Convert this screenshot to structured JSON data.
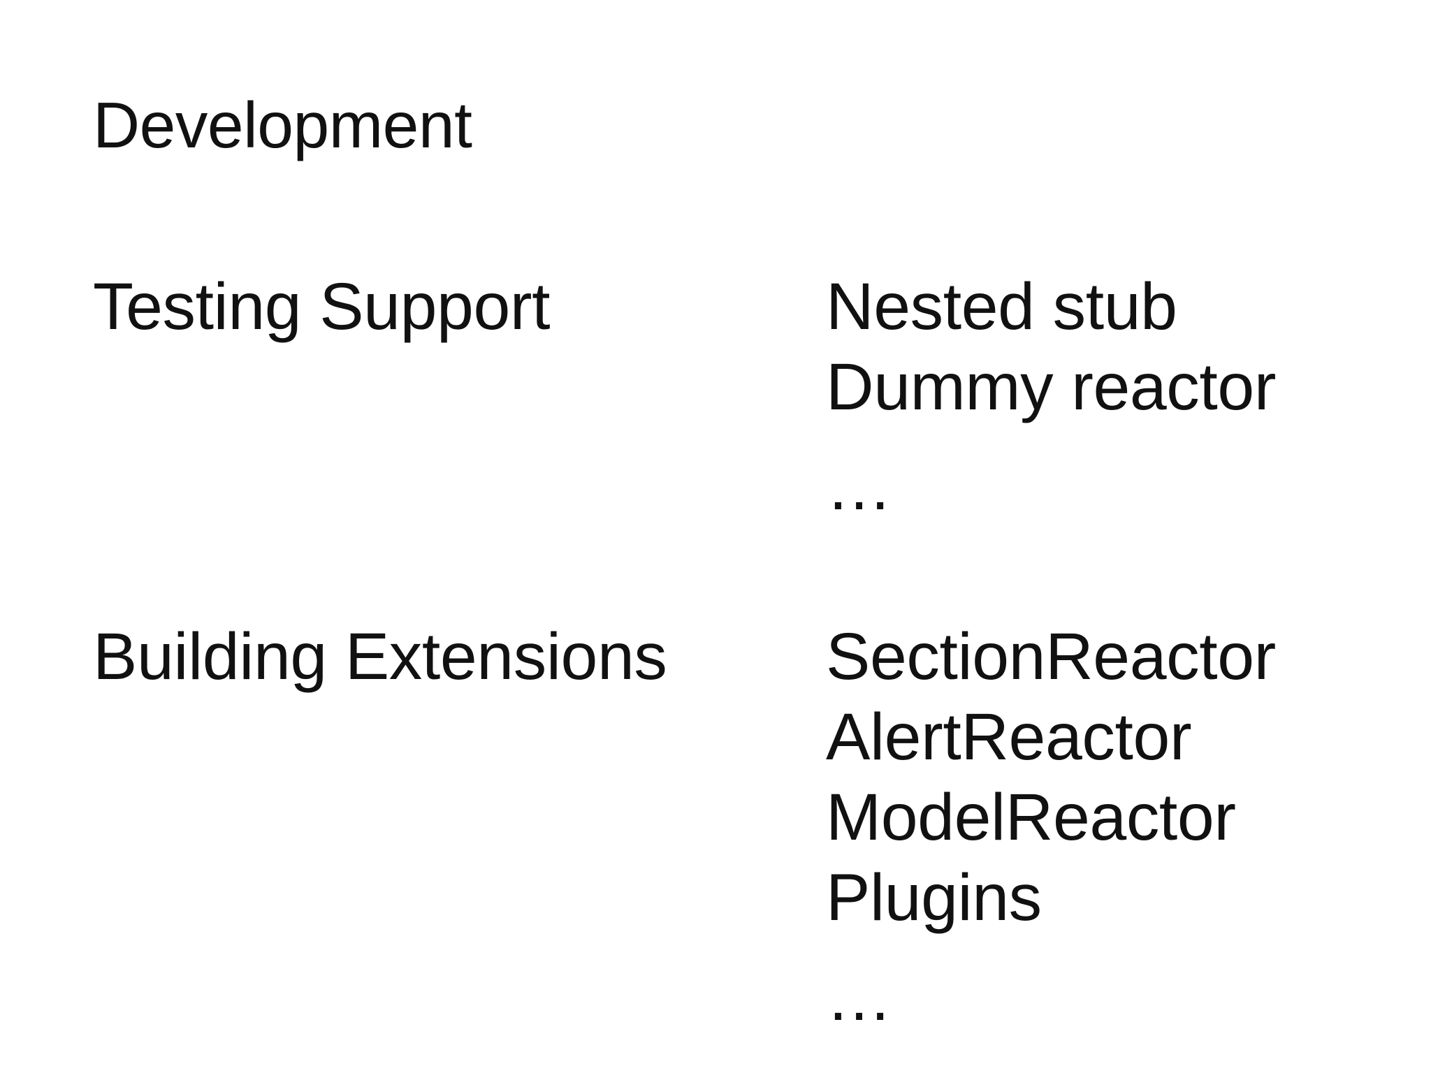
{
  "slide": {
    "title": "Development",
    "background_color": "#ffffff",
    "text_color": "#111111",
    "ellipsis": "…",
    "groups": [
      {
        "label": "Testing Support",
        "items": [
          "Nested stub",
          "Dummy reactor"
        ],
        "has_more": true,
        "more_marker": "…"
      },
      {
        "label": "Building Extensions",
        "items": [
          "SectionReactor",
          "AlertReactor",
          "ModelReactor",
          "Plugins"
        ],
        "has_more": true,
        "more_marker": "…"
      }
    ]
  }
}
